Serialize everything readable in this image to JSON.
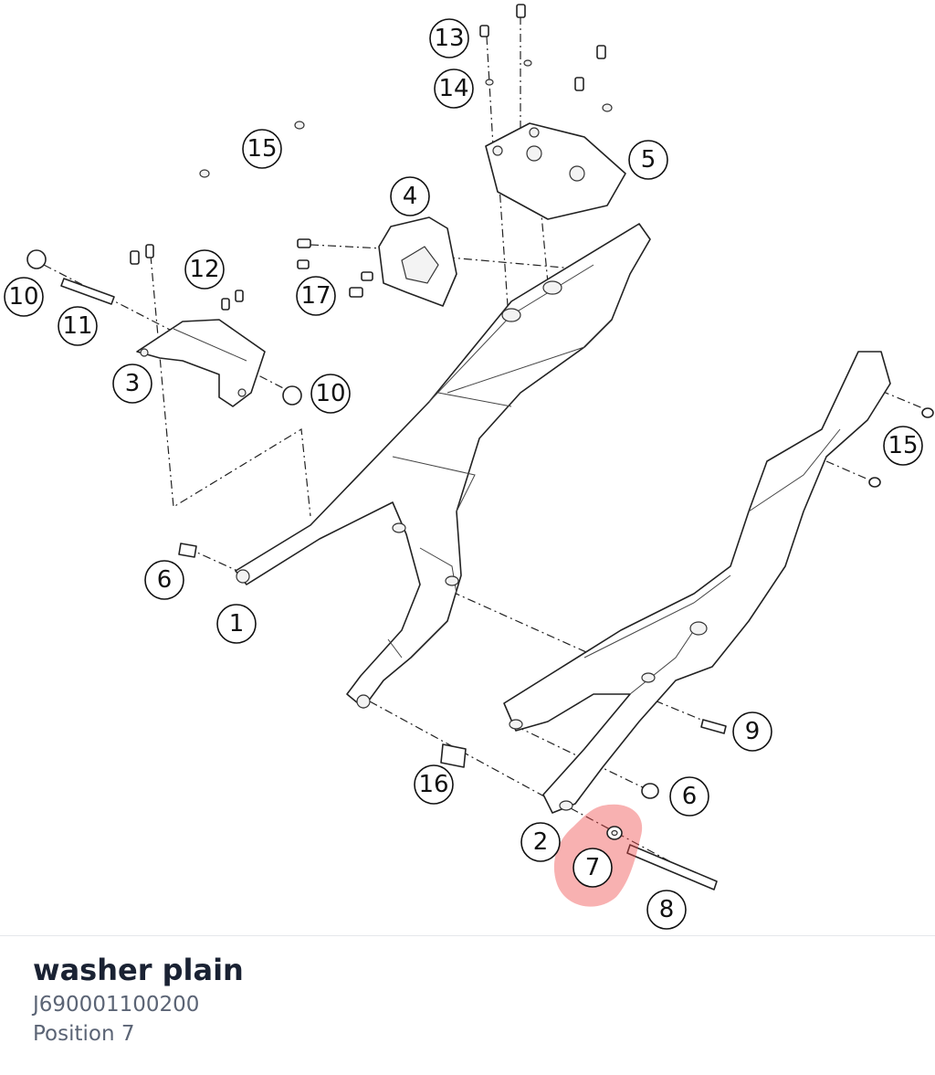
{
  "callouts": [
    "1",
    "2",
    "3",
    "4",
    "5",
    "6",
    "6",
    "7",
    "8",
    "9",
    "10",
    "10",
    "11",
    "12",
    "13",
    "14",
    "15",
    "15",
    "16",
    "17"
  ],
  "selected": {
    "name": "washer plain",
    "part_number": "J690001100200",
    "position_label": "Position 7"
  },
  "colors": {
    "highlight": "#ef4444",
    "title": "#1a2233",
    "subtitle": "#5b6475"
  }
}
